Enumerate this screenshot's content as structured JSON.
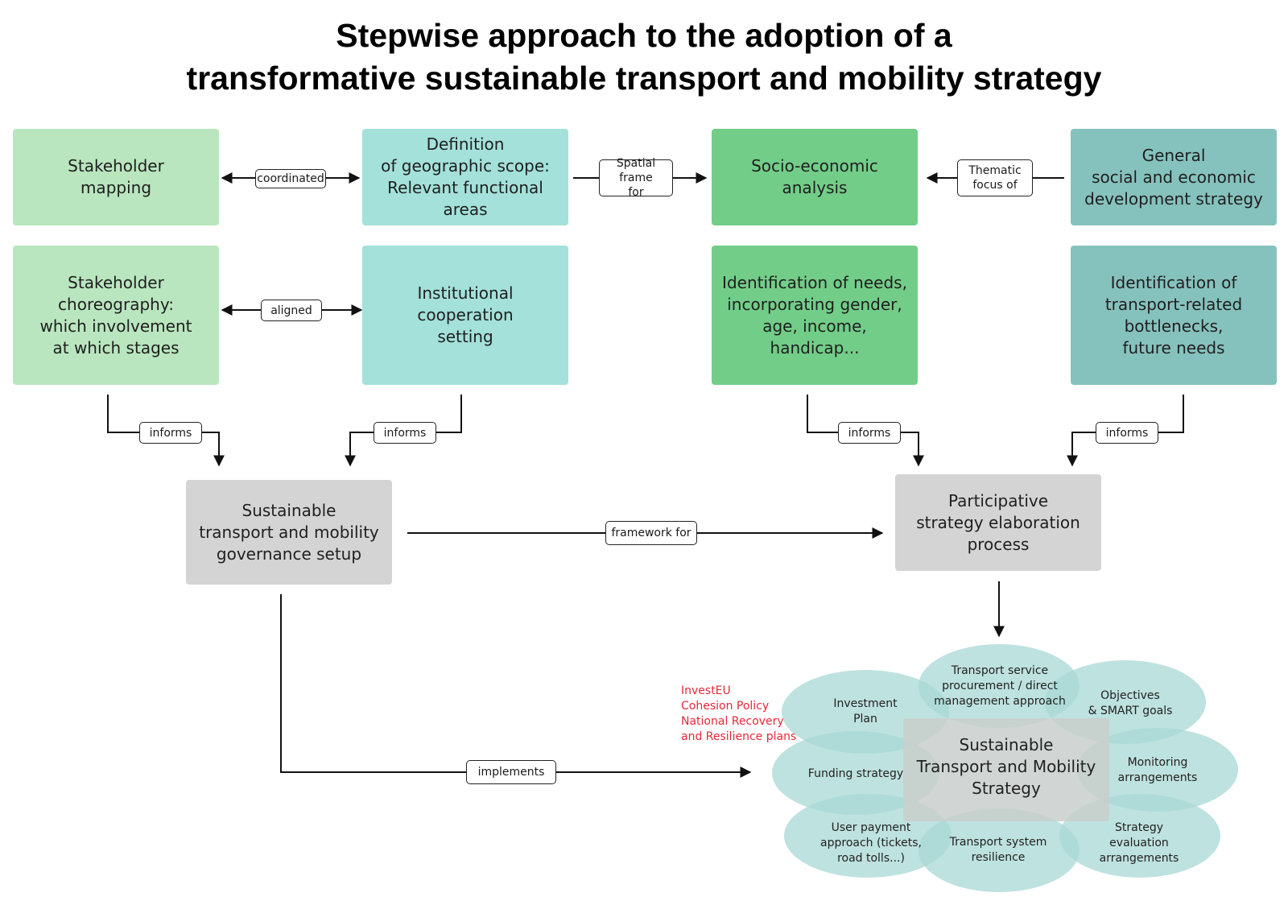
{
  "title": {
    "line1": "Stepwise approach to the adoption of a",
    "line2": "transformative sustainable transport and mobility strategy"
  },
  "boxes": {
    "stakeholder_mapping": [
      "Stakeholder",
      "mapping"
    ],
    "geographic_scope": [
      "Definition",
      "of geographic scope:",
      "Relevant functional areas"
    ],
    "socio_economic": [
      "Socio-economic",
      "analysis"
    ],
    "general_strategy": [
      "General",
      "social and economic",
      "development strategy"
    ],
    "stakeholder_choreography": [
      "Stakeholder",
      "choreography:",
      "which involvement",
      "at which stages"
    ],
    "institutional_cooperation": [
      "Institutional",
      "cooperation",
      "setting"
    ],
    "needs_identification": [
      "Identification of needs,",
      "incorporating gender,",
      "age, income,",
      "handicap..."
    ],
    "bottlenecks_identification": [
      "Identification of",
      "transport-related",
      "bottlenecks,",
      "future needs"
    ],
    "governance_setup": [
      "Sustainable",
      "transport  and mobility",
      "governance setup"
    ],
    "participative_process": [
      "Participative",
      "strategy elaboration",
      "process"
    ]
  },
  "connector_labels": {
    "coordinated": [
      "coordinated"
    ],
    "spatial_frame_for": [
      "Spatial frame",
      "for"
    ],
    "thematic_focus_of": [
      "Thematic",
      "focus of"
    ],
    "aligned": [
      "aligned"
    ],
    "informs_1": [
      "informs"
    ],
    "informs_2": [
      "informs"
    ],
    "informs_3": [
      "informs"
    ],
    "informs_4": [
      "informs"
    ],
    "framework_for": [
      "framework for"
    ],
    "implements": [
      "implements"
    ]
  },
  "funding_note": {
    "lines": [
      "InvestEU",
      "Cohesion Policy",
      "National Recovery",
      "and Resilience plans"
    ],
    "color": "#e5283a"
  },
  "strategy": {
    "center": [
      "Sustainable",
      "Transport and Mobility",
      "Strategy"
    ],
    "petals": {
      "procurement": [
        "Transport service",
        "procurement / direct",
        "management  approach"
      ],
      "investment_plan": [
        "Investment",
        "Plan"
      ],
      "objectives": [
        "Objectives",
        "& SMART goals"
      ],
      "funding_strategy": [
        "Funding strategy"
      ],
      "monitoring": [
        "Monitoring",
        "arrangements"
      ],
      "user_payment": [
        "User payment",
        "approach (tickets,",
        "road tolls...)"
      ],
      "resilience": [
        "Transport system",
        "resilience"
      ],
      "evaluation": [
        "Strategy",
        "evaluation",
        "arrangements"
      ]
    },
    "petal_color": "#a8d8d4",
    "center_color": "#c9cfcd"
  },
  "colors": {
    "light_green": "#b9e6bf",
    "teal": "#a3e1da",
    "green": "#72cd88",
    "dark_teal": "#86c2bd",
    "grey": "#d4d4d4"
  }
}
